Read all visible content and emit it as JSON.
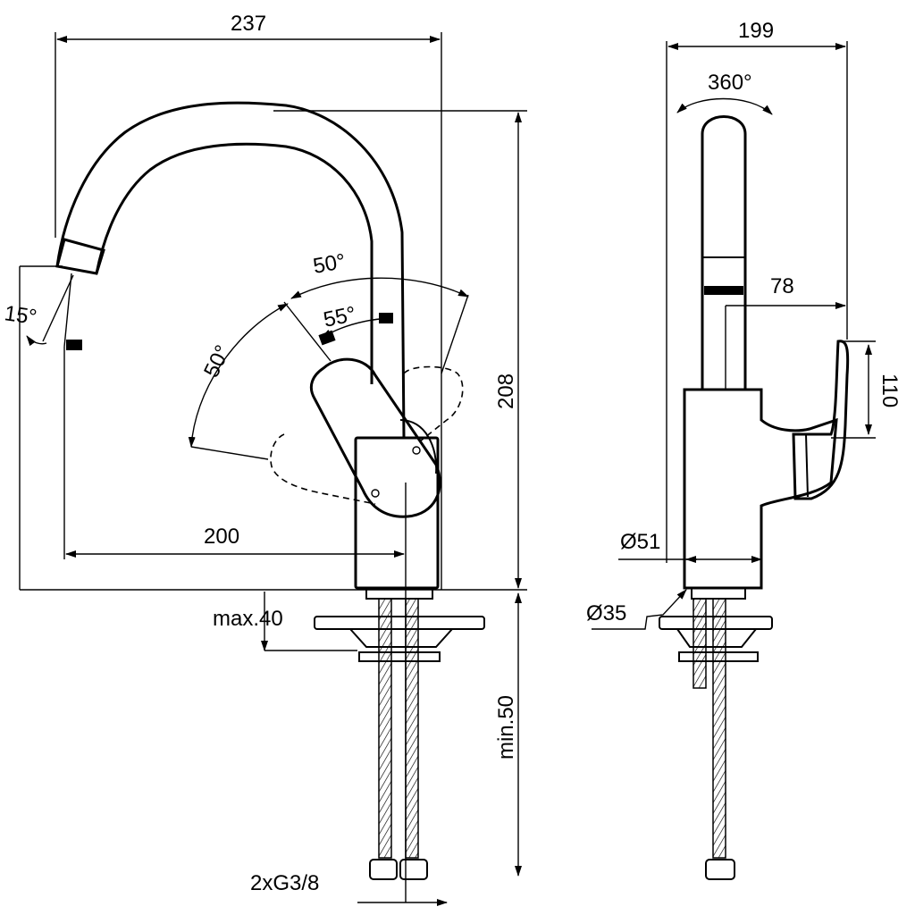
{
  "dimensions": {
    "total_width": "237",
    "spout_reach": "200",
    "height": "208",
    "side_width": "199",
    "swivel_angle": "360°",
    "handle_offset": "78",
    "handle_height": "110",
    "body_diameter": "Ø51",
    "base_diameter": "Ø35",
    "max_thickness": "max.40",
    "min_length": "min.50",
    "connection": "2xG3/8",
    "outlet_angle": "15°",
    "lever_angle_1": "50°",
    "lever_angle_2": "55°",
    "lever_angle_3": "50°"
  },
  "colors": {
    "ink": "#000000",
    "paper": "#ffffff"
  }
}
